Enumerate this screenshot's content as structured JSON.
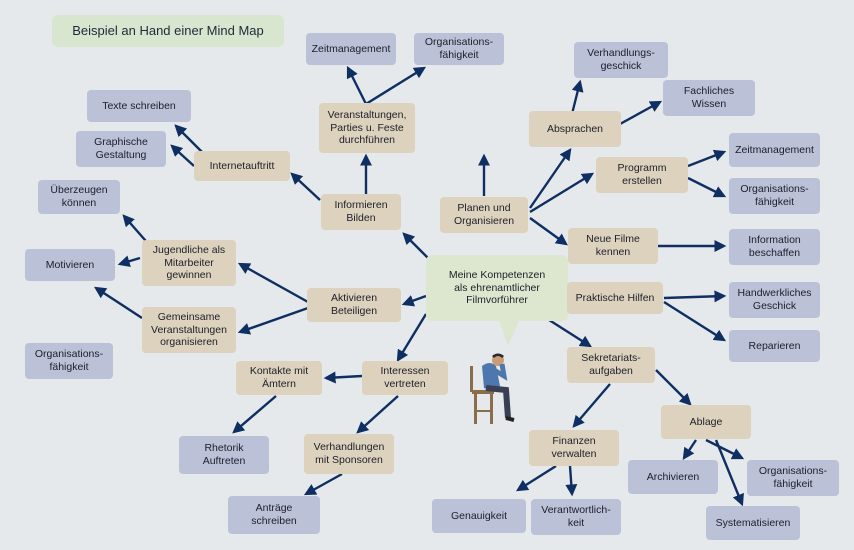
{
  "title": "Beispiel an Hand einer Mind Map",
  "center": "Meine Kompetenzen\nals ehrenamtlicher\nFilmvorführer",
  "nodes": {
    "zeitmanagement_top": "Zeitmanagement",
    "orgfaehigkeit_top": "Organisations-\nfähigkeit",
    "veranstaltungen": "Veranstaltungen,\nParties u. Feste\ndurchführen",
    "texte_schreiben": "Texte schreiben",
    "graphische_gestaltung": "Graphische\nGestaltung",
    "internetauftritt": "Internetauftritt",
    "informieren_bilden": "Informieren\nBilden",
    "ueberzeugen": "Überzeugen\nkönnen",
    "jugendliche": "Jugendliche als\nMitarbeiter\ngewinnen",
    "motivieren": "Motivieren",
    "aktivieren": "Aktivieren\nBeteiligen",
    "gemeinsame": "Gemeinsame\nVeranstaltungen\norganisieren",
    "orgfaehigkeit_left": "Organisations-\nfähigkeit",
    "kontakte": "Kontakte mit\nÄmtern",
    "interessen": "Interessen\nvertreten",
    "rhetorik": "Rhetorik\nAuftreten",
    "verhandlungen_sponsoren": "Verhandlungen\nmit Sponsoren",
    "antraege": "Anträge\nschreiben",
    "verhandlungsgeschick": "Verhandlungs-\ngeschick",
    "absprachen": "Absprachen",
    "fachliches_wissen": "Fachliches\nWissen",
    "planen": "Planen und\nOrganisieren",
    "programm": "Programm\nerstellen",
    "zeitmanagement_right": "Zeitmanagement",
    "orgfaehigkeit_right": "Organisations-\nfähigkeit",
    "neue_filme": "Neue Filme\nkennen",
    "information": "Information\nbeschaffen",
    "praktische": "Praktische Hilfen",
    "handwerkliches": "Handwerkliches\nGeschick",
    "reparieren": "Reparieren",
    "sekretariat": "Sekretariats-\naufgaben",
    "ablage": "Ablage",
    "finanzen": "Finanzen\nverwalten",
    "archivieren": "Archivieren",
    "orgfaehigkeit_bottom": "Organisations-\nfähigkeit",
    "systematisieren": "Systematisieren",
    "genauigkeit": "Genauigkeit",
    "verantwortlichkeit": "Verantwortlich-\nkeit"
  },
  "colors": {
    "background": "#e6e9ec",
    "tan_node": "#ddd2bd",
    "blue_node": "#bbc1d7",
    "center_node": "#dde7cf",
    "arrow": "#0f2f63"
  }
}
